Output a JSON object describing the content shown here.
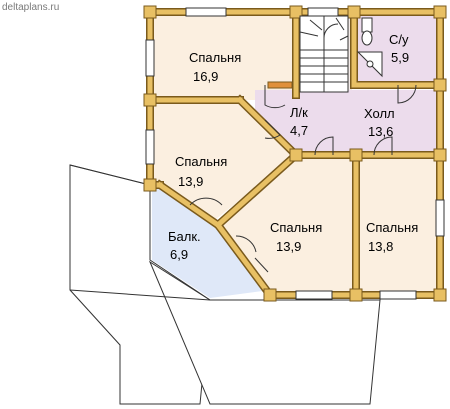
{
  "watermark": "deltaplans.ru",
  "colors": {
    "wall": "#e8c064",
    "wall_outline": "#7a5a1c",
    "room_cream": "#fbefe0",
    "room_lilac": "#ecdcec",
    "balcony": "#dfe8f8",
    "line": "#333333"
  },
  "rooms": [
    {
      "id": "bedroom-nw",
      "name": "Спальня",
      "area": "16,9",
      "fill": "cream"
    },
    {
      "id": "bathroom",
      "name": "С/у",
      "area": "5,9",
      "fill": "lilac"
    },
    {
      "id": "stairs",
      "name": "Л/к",
      "area": "4,7",
      "fill": "lilac"
    },
    {
      "id": "hall",
      "name": "Холл",
      "area": "13,6",
      "fill": "lilac"
    },
    {
      "id": "bedroom-w",
      "name": "Спальня",
      "area": "13,9",
      "fill": "cream"
    },
    {
      "id": "balcony",
      "name": "Балк.",
      "area": "6,9",
      "fill": "blue"
    },
    {
      "id": "bedroom-c",
      "name": "Спальня",
      "area": "13,9",
      "fill": "cream"
    },
    {
      "id": "bedroom-e",
      "name": "Спальня",
      "area": "13,8",
      "fill": "cream"
    }
  ]
}
